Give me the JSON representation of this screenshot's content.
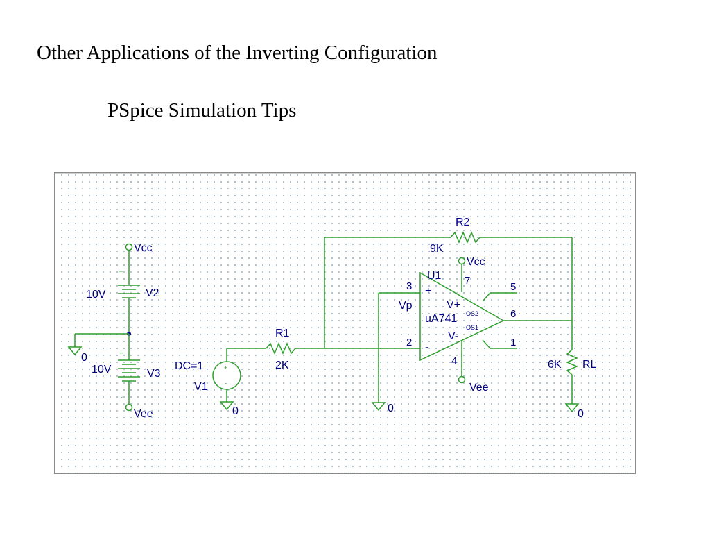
{
  "slide": {
    "title": "Other Applications of the Inverting Configuration",
    "subtitle": "PSpice Simulation Tips"
  },
  "colors": {
    "wire": "#2e9e2e",
    "label": "#000080",
    "grid_dot": "#9fb8c8",
    "junction": "#000080"
  },
  "schematic": {
    "supply": {
      "vcc_label": "Vcc",
      "vee_label": "Vee",
      "v2_name": "V2",
      "v2_value": "10V",
      "v3_name": "V3",
      "v3_value": "10V",
      "ground_label": "0",
      "plus": "+",
      "minus": "-"
    },
    "source": {
      "value": "DC=1",
      "name": "V1",
      "ground_label": "0",
      "plus": "+",
      "minus": "-"
    },
    "r1": {
      "name": "R1",
      "value": "2K"
    },
    "r2": {
      "name": "R2",
      "value": "9K"
    },
    "rl": {
      "name": "RL",
      "value": "6K",
      "ground_label": "0"
    },
    "opamp": {
      "ref": "U1",
      "model": "uA741",
      "vplus_label": "V+",
      "vminus_label": "V-",
      "os2": "OS2",
      "os1": "OS1",
      "pin_plus": "+",
      "pin_minus": "-",
      "node_vp": "Vp",
      "pin3": "3",
      "pin2": "2",
      "pin7": "7",
      "pin4": "4",
      "pin5": "5",
      "pin6": "6",
      "pin1": "1",
      "vcc_label": "Vcc",
      "vee_label": "Vee",
      "ground_label": "0"
    }
  }
}
